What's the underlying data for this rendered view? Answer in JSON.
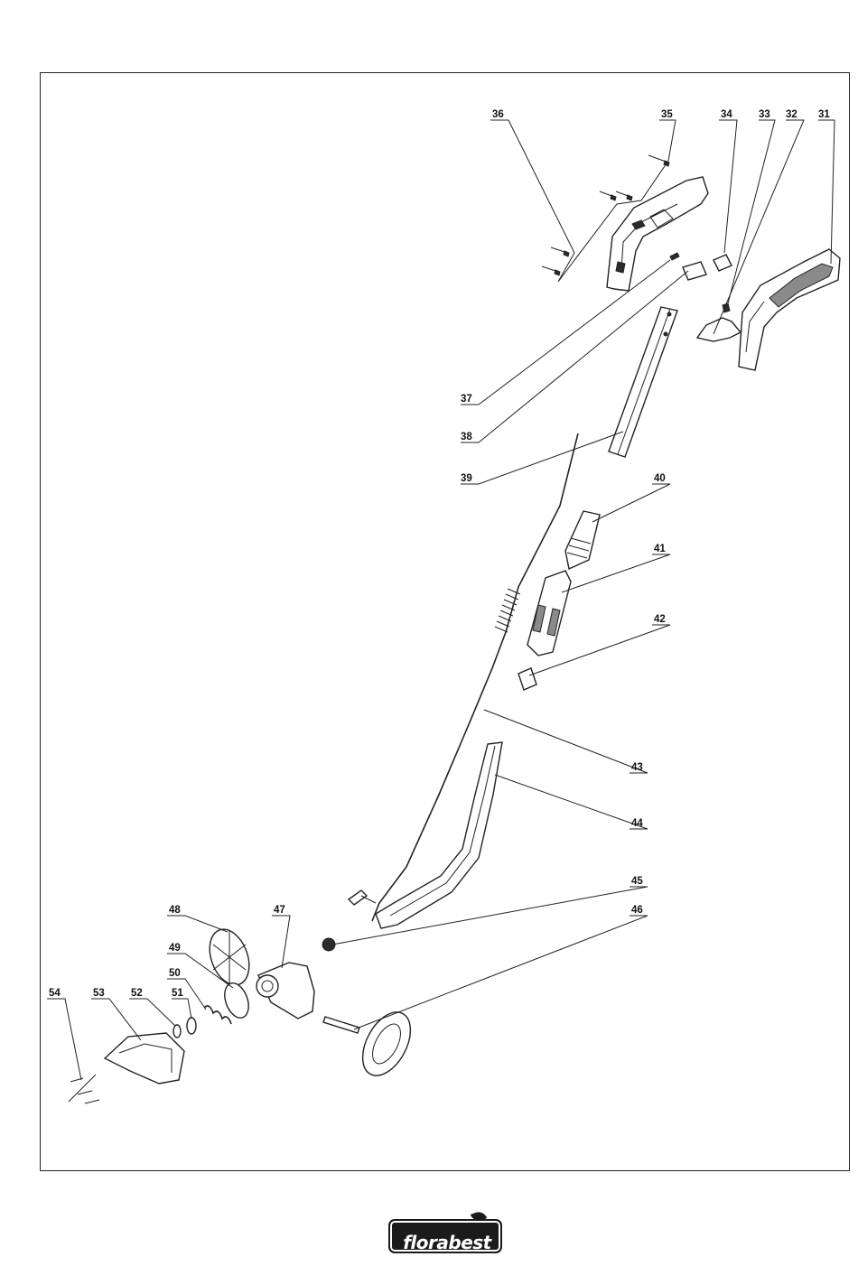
{
  "diagram": {
    "part_numbers": [
      "31",
      "32",
      "33",
      "34",
      "35",
      "36",
      "37",
      "38",
      "39",
      "40",
      "41",
      "42",
      "43",
      "44",
      "45",
      "46",
      "47",
      "48",
      "49",
      "50",
      "51",
      "52",
      "53",
      "54"
    ]
  },
  "brand": {
    "logo_text": "florabest"
  }
}
